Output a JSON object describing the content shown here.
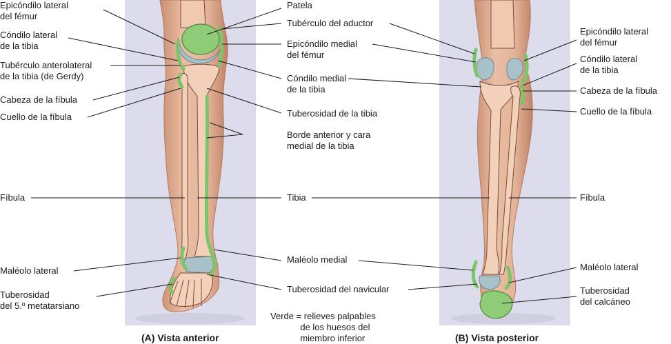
{
  "panels": {
    "anterior": {
      "caption": "(A) Vista anterior"
    },
    "posterior": {
      "caption": "(B) Vista posterior"
    }
  },
  "labels_anterior_left": {
    "epicondilo_lateral": "Epicóndilo lateral\ndel fémur",
    "condilo_lateral": "Cóndilo lateral\nde la tibia",
    "tuberculo_anterolateral": "Tubérculo anterolateral\nde la tibia (de Gerdy)",
    "cabeza_fibula": "Cabeza de la fíbula",
    "cuello_fibula": "Cuello de la fíbula",
    "fibula": "Fíbula",
    "maleolo_lateral": "Maléolo lateral",
    "tuberosidad_metatarsiano": "Tuberosidad\ndel 5.º metatarsiano"
  },
  "labels_center": {
    "patela": "Patela",
    "tuberculo_aductor": "Tubérculo del aductor",
    "epicondilo_medial": "Epicóndilo medial\ndel fémur",
    "condilo_medial": "Cóndilo medial\nde la tibia",
    "tuberosidad_tibia": "Tuberosidad de la tibia",
    "borde_anterior": "Borde anterior y cara\nmedial de la tibia",
    "tibia": "Tibia",
    "maleolo_medial": "Maléolo medial",
    "tuberosidad_navicular": "Tuberosidad del navicular",
    "legend": "Verde = relieves palpables\n            de los huesos del\n            miembro inferior"
  },
  "labels_posterior_right": {
    "epicondilo_lateral": "Epicóndilo lateral\ndel fémur",
    "condilo_lateral": "Cóndilo lateral\nde la tibia",
    "cabeza_fibula": "Cabeza de la fíbula",
    "cuello_fibula": "Cuello de la fíbula",
    "fibula": "Fíbula",
    "maleolo_lateral": "Maléolo lateral",
    "tuberosidad_calcaneo": "Tuberosidad\ndel calcáneo"
  },
  "colors": {
    "panel_bg": "#dcdcec",
    "skin": "#e3b49a",
    "skin_shade": "#c98f72",
    "palpable": "#7dc46a",
    "cartilage": "#a9c1c8",
    "leader": "#1a1a1a"
  }
}
